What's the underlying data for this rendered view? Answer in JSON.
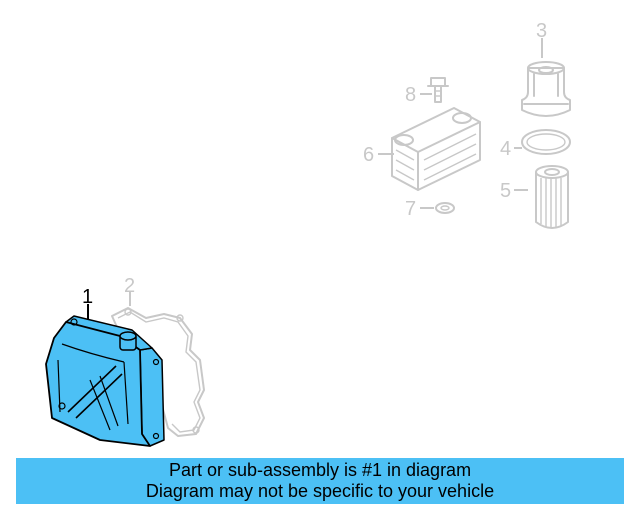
{
  "callouts": {
    "part1": "1",
    "part2": "2",
    "part3": "3",
    "part4": "4",
    "part5": "5",
    "part6": "6",
    "part7": "7",
    "part8": "8"
  },
  "highlighted_part": "1",
  "colors": {
    "highlight": "#4cc0f5",
    "ghost": "#c8c8c8",
    "outline": "#000000"
  },
  "banner": {
    "line1": "Part or sub-assembly is #1 in diagram",
    "line2": "Diagram may not be specific to your vehicle"
  }
}
